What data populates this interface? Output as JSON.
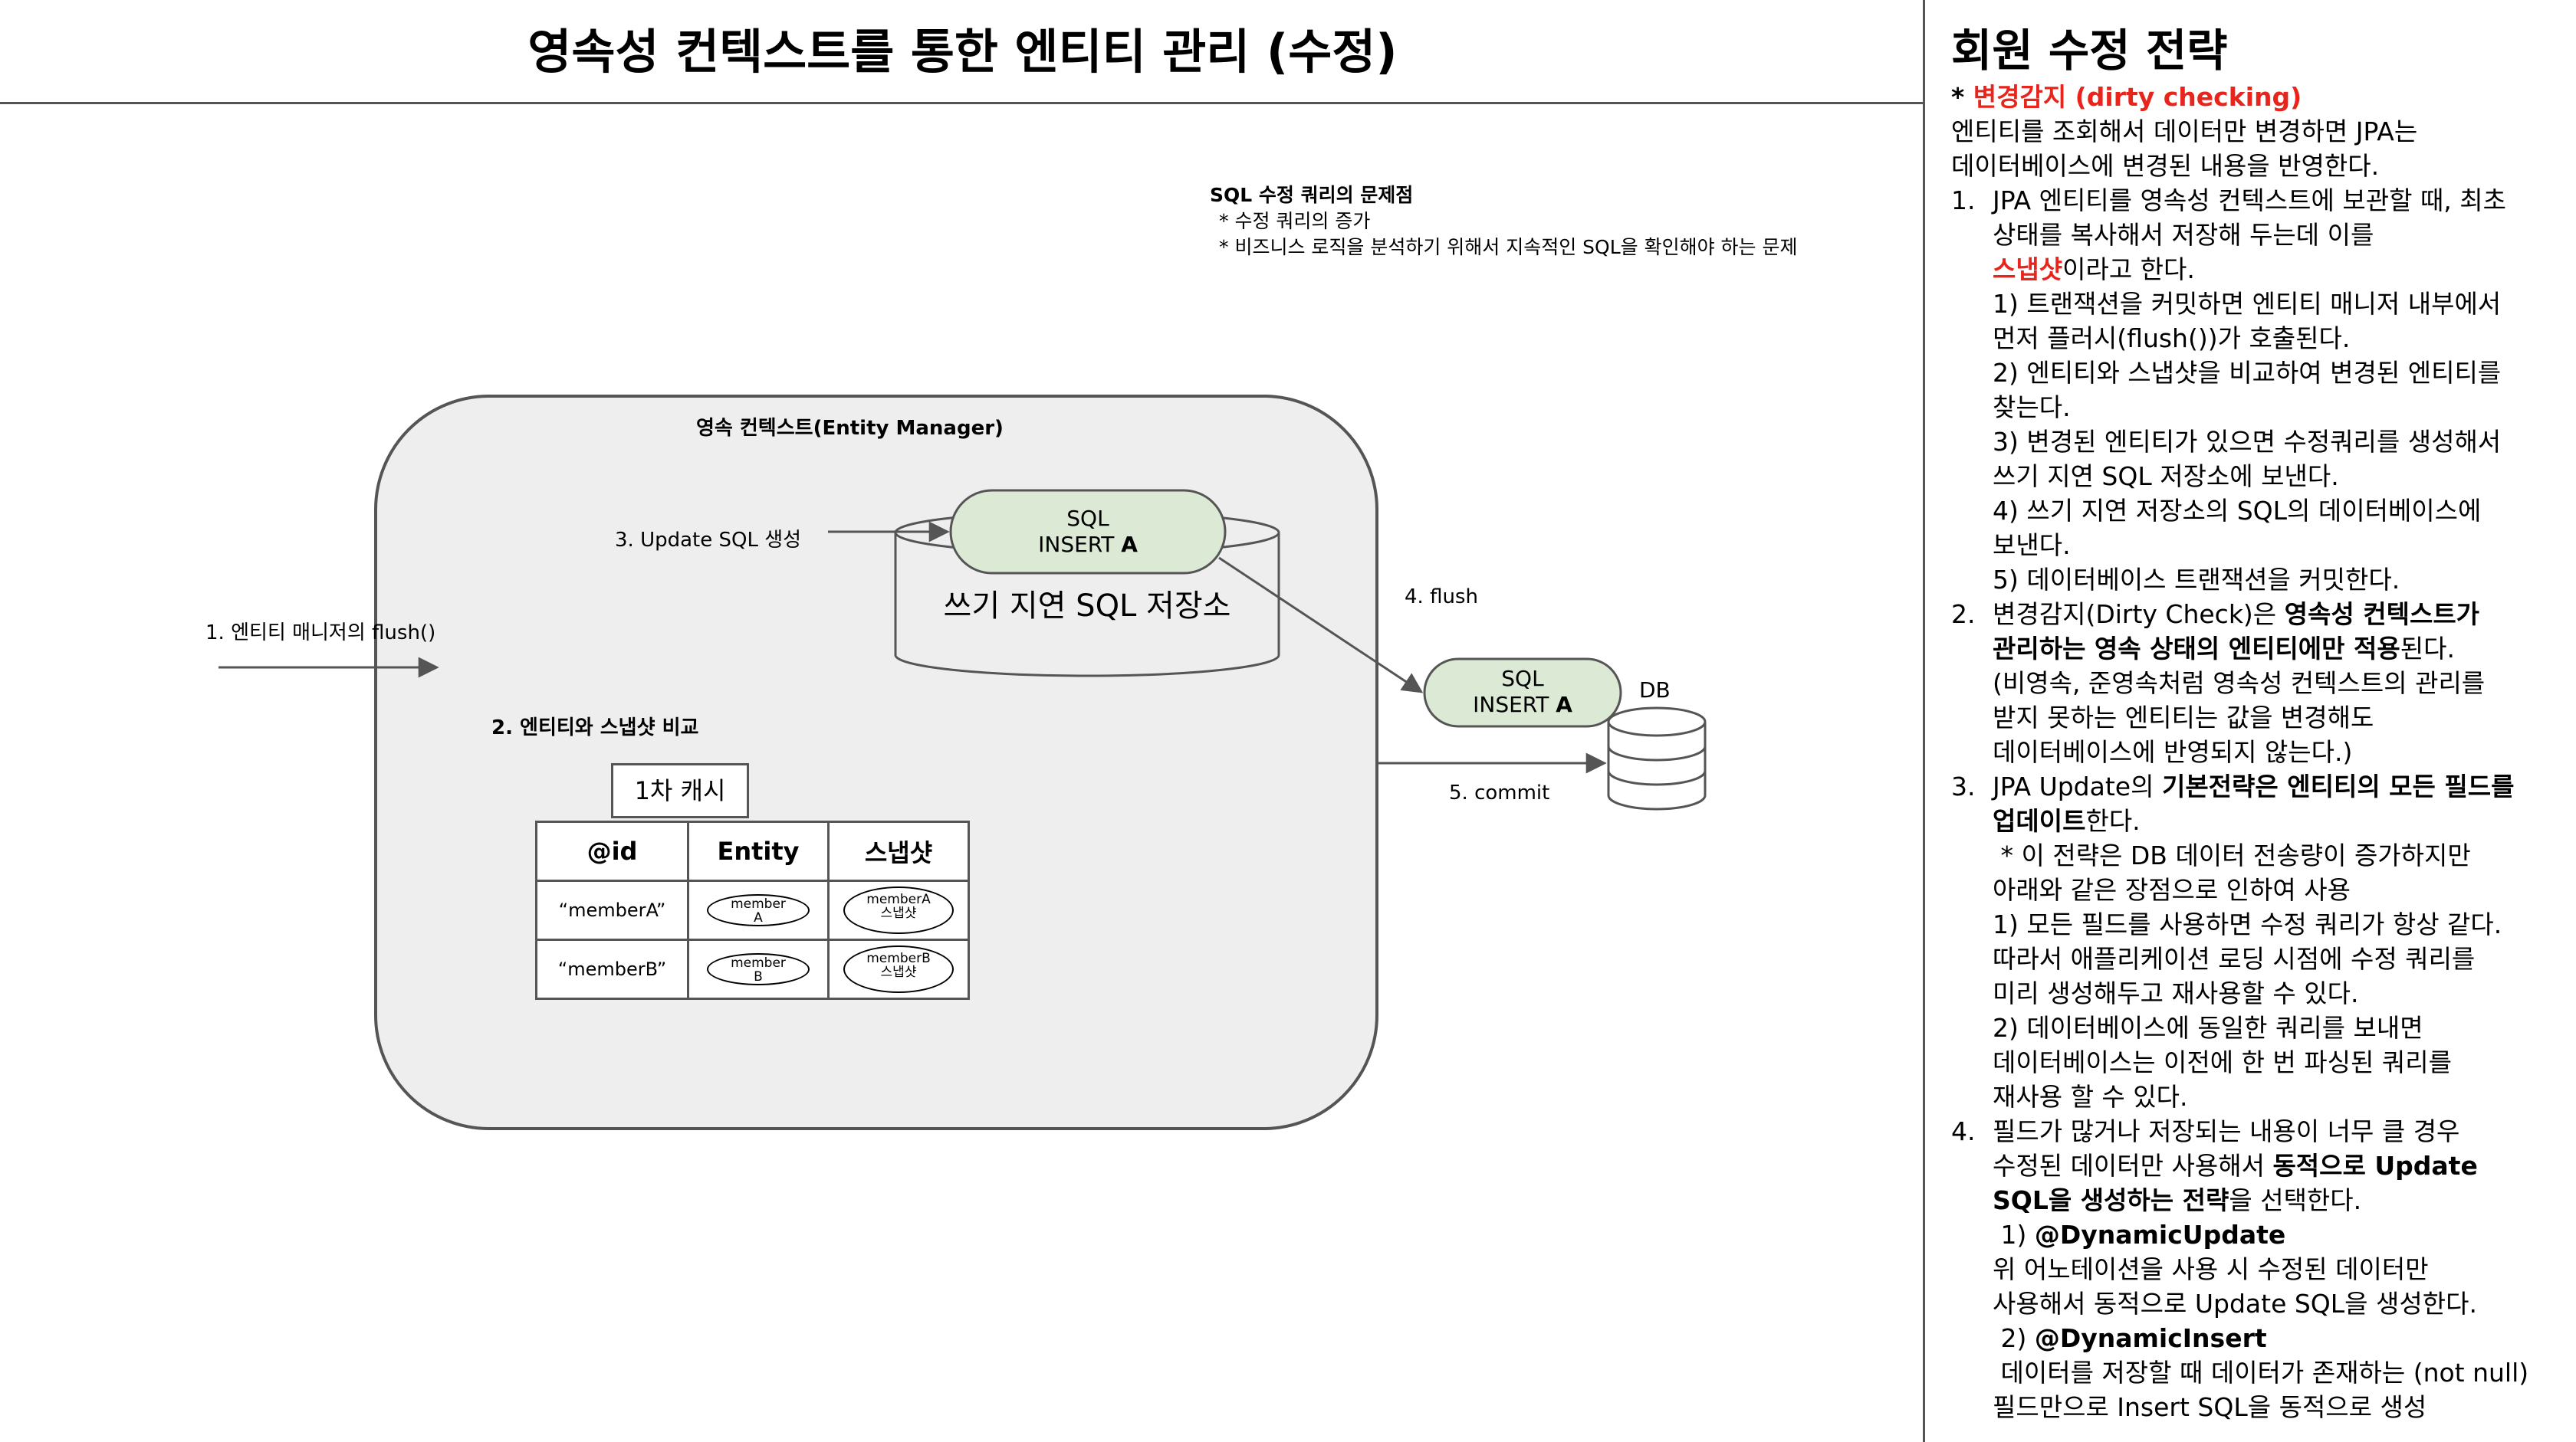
{
  "title": "영속성 컨텍스트를 통한 엔티티 관리 (수정)",
  "sql_problems": {
    "heading": "SQL 수정  쿼리의 문제점",
    "items": [
      "*  수정 쿼리의 증가",
      "*  비즈니스 로직을 분석하기 위해서 지속적인 SQL을 확인해야 하는 문제"
    ]
  },
  "diagram": {
    "context_title": "영속 컨텍스트(Entity Manager)",
    "step1": "1. 엔티티 매니저의 flush()",
    "step2": "2. 엔티티와 스냅샷 비교",
    "step3": "3. Update SQL 생성",
    "step4": "4. flush",
    "step5": "5. commit",
    "sql_pill_line1": "SQL",
    "sql_pill_line2": "INSERT",
    "sql_pill_bold": "A",
    "storage_label": "쓰기 지연 SQL 저장소",
    "db_pill_line1": "SQL",
    "db_pill_line2": "INSERT",
    "db_pill_bold": "A",
    "db_label": "DB",
    "cache_label": "1차 캐시",
    "table_headers": [
      "@id",
      "Entity",
      "스냅샷"
    ],
    "rows": [
      {
        "id": "“memberA”",
        "entity_1": "member",
        "entity_2": "A",
        "snap_1": "memberA",
        "snap_2": "스냅샷"
      },
      {
        "id": "“memberB”",
        "entity_1": "member",
        "entity_2": "B",
        "snap_1": "memberB",
        "snap_2": "스냅샷"
      }
    ]
  },
  "right": {
    "title": "회원 수정 전략",
    "dirty_prefix": "* ",
    "dirty_title": "변경감지 (dirty checking)",
    "intro1": "엔티티를 조회해서 데이터만 변경하면 JPA는",
    "intro2": "데이터베이스에 변경된 내용을 반영한다.",
    "n1": "1.",
    "p1_l1": "JPA 엔티티를 영속성 컨텍스트에 보관할 때, 최초",
    "p1_l2": "상태를 복사해서 저장해 두는데 이를",
    "p1_red": "스냅샷",
    "p1_l3_rest": "이라고 한다.",
    "p1_s1a": "1) 트랜잭션을 커밋하면 엔티티 매니저 내부에서",
    "p1_s1b": "먼저 플러시(flush())가 호출된다.",
    "p1_s2a": "2) 엔티티와 스냅샷을 비교하여 변경된 엔티티를",
    "p1_s2b": "찾는다.",
    "p1_s3a": "3) 변경된 엔티티가 있으면 수정쿼리를 생성해서",
    "p1_s3b": "쓰기 지연 SQL 저장소에 보낸다.",
    "p1_s4a": "4) 쓰기 지연 저장소의 SQL의 데이터베이스에",
    "p1_s4b": "보낸다.",
    "p1_s5": "5) 데이터베이스 트랜잭션을 커밋한다.",
    "n2": "2.",
    "p2_a": "변경감지(Dirty Check)은 ",
    "p2_b": "영속성 컨텍스트가",
    "p2_c": "관리하는 영속 상태의 엔티티에만 적용",
    "p2_d": "된다.",
    "p2_e": "(비영속, 준영속처럼 영속성 컨텍스트의 관리를",
    "p2_f": "받지 못하는 엔티티는 값을 변경해도",
    "p2_g": "데이터베이스에 반영되지 않는다.)",
    "n3": "3.",
    "p3_a": "JPA Update의 ",
    "p3_b": "기본전략은 엔티티의 모든 필드를",
    "p3_c": "업데이트",
    "p3_d": "한다.",
    "p3_e": " * 이 전략은 DB 데이터 전송량이 증가하지만",
    "p3_f": "아래와 같은 장점으로 인하여 사용",
    "p3_g": "1) 모든 필드를 사용하면 수정 쿼리가 항상 같다.",
    "p3_h": "따라서 애플리케이션 로딩 시점에 수정 쿼리를",
    "p3_i": "미리 생성해두고 재사용할 수 있다.",
    "p3_j": "2) 데이터베이스에 동일한 쿼리를 보내면",
    "p3_k": "데이터베이스는 이전에 한 번 파싱된 쿼리를",
    "p3_l": "재사용 할 수 있다.",
    "n4": "4.",
    "p4_a": "필드가 많거나 저장되는 내용이 너무 클 경우",
    "p4_b": "수정된 데이터만 사용해서 ",
    "p4_c": "동적으로 Update",
    "p4_d": "SQL을 생성하는 전략",
    "p4_e": "을 선택한다.",
    "p4_f1": " 1) ",
    "p4_f2": "@DynamicUpdate",
    "p4_g": "위 어노테이션을 사용 시 수정된 데이터만",
    "p4_h": "사용해서 동적으로 Update SQL을 생성한다.",
    "p4_i1": " 2) ",
    "p4_i2": "@DynamicInsert",
    "p4_j": " 데이터를 저장할 때 데이터가 존재하는 (not null)",
    "p4_k": "필드만으로 Insert SQL을 동적으로 생성"
  },
  "colors": {
    "pill_fill": "#dce9d5",
    "context_fill": "#eeeeee",
    "red": "#e8251c"
  }
}
